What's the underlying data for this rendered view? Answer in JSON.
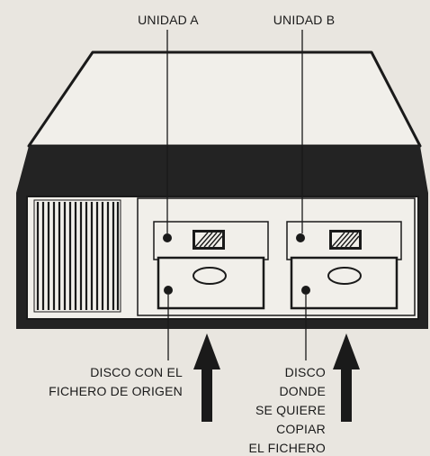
{
  "labels": {
    "drive_a": "UNIDAD A",
    "drive_b": "UNIDAD B",
    "source_line1": "DISCO CON EL",
    "source_line2": "FICHERO DE ORIGEN",
    "dest_line1": "DISCO",
    "dest_line2": "DONDE",
    "dest_line3": "SE QUIERE",
    "dest_line4": "COPIAR",
    "dest_line5": "EL FICHERO"
  },
  "colors": {
    "ink": "#1a1a1a",
    "paper": "#e9e6e0",
    "panel": "#f1efea"
  }
}
